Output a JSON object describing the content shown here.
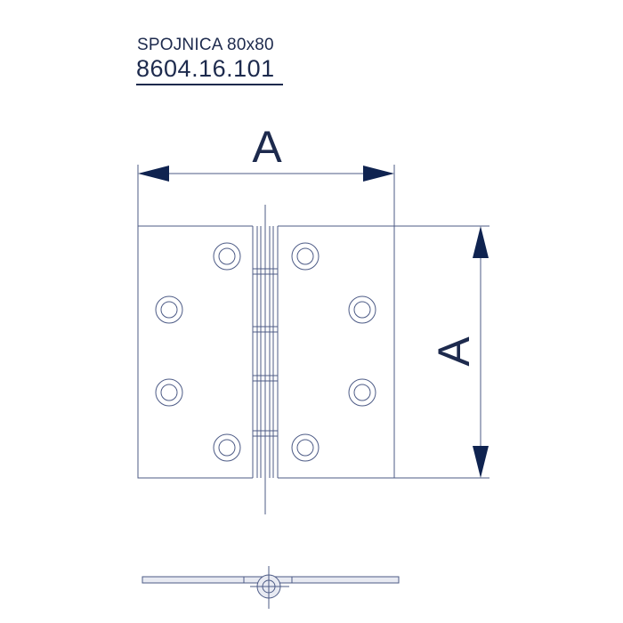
{
  "header": {
    "title": "SPOJNICA 80x80",
    "code": "8604.16.101"
  },
  "dimensions": {
    "width_label": "A",
    "height_label": "A"
  },
  "colors": {
    "text": "#1d2a4d",
    "line": "#4d5b86",
    "arrow": "#0f2350",
    "fill": "#e8eaf2"
  }
}
